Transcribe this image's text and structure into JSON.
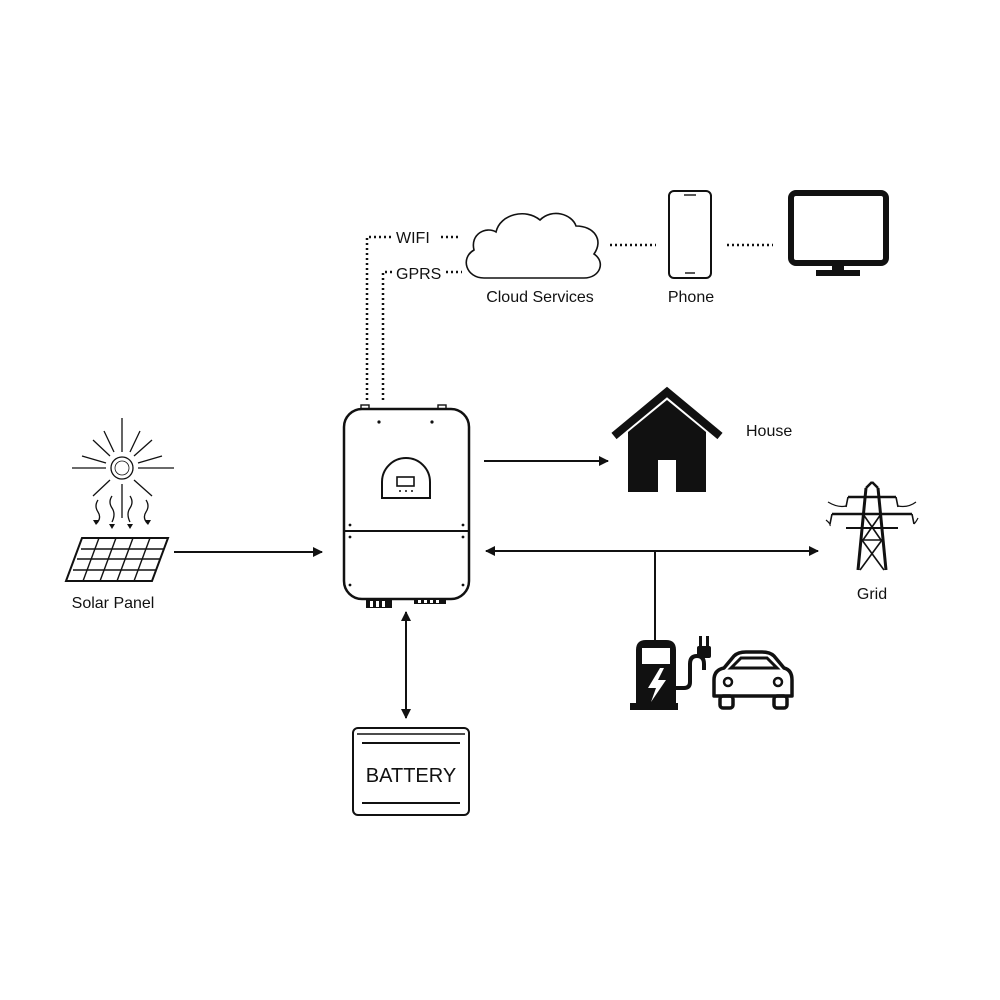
{
  "diagram": {
    "nodes": {
      "solar_panel": {
        "label": "Solar Panel",
        "icon": "solar-panel-icon"
      },
      "inverter": {
        "label": "",
        "icon": "inverter-icon"
      },
      "battery": {
        "label": "BATTERY",
        "icon": "battery-icon"
      },
      "house": {
        "label": "House",
        "icon": "house-icon"
      },
      "grid": {
        "label": "Grid",
        "icon": "power-tower-icon"
      },
      "cloud": {
        "label": "Cloud Services",
        "icon": "cloud-icon"
      },
      "phone": {
        "label": "Phone",
        "icon": "smartphone-icon"
      },
      "monitor": {
        "label": "",
        "icon": "monitor-icon"
      },
      "ev_charger": {
        "label": "",
        "icon": "ev-charger-icon"
      },
      "car": {
        "label": "",
        "icon": "car-icon"
      },
      "sun": {
        "label": "",
        "icon": "sun-icon"
      }
    },
    "links": {
      "wifi": {
        "label": "WIFI",
        "style": "dotted"
      },
      "gprs": {
        "label": "GPRS",
        "style": "dotted"
      }
    },
    "connections": [
      {
        "from": "solar_panel",
        "to": "inverter",
        "direction": "one-way"
      },
      {
        "from": "inverter",
        "to": "house",
        "direction": "one-way"
      },
      {
        "from": "inverter",
        "to": "grid",
        "direction": "two-way"
      },
      {
        "from": "inverter",
        "to": "battery",
        "direction": "two-way"
      },
      {
        "from": "grid_line",
        "to": "ev_charger",
        "direction": "line"
      },
      {
        "from": "cloud",
        "to": "phone",
        "direction": "dotted"
      },
      {
        "from": "phone",
        "to": "monitor",
        "direction": "dotted"
      }
    ]
  }
}
